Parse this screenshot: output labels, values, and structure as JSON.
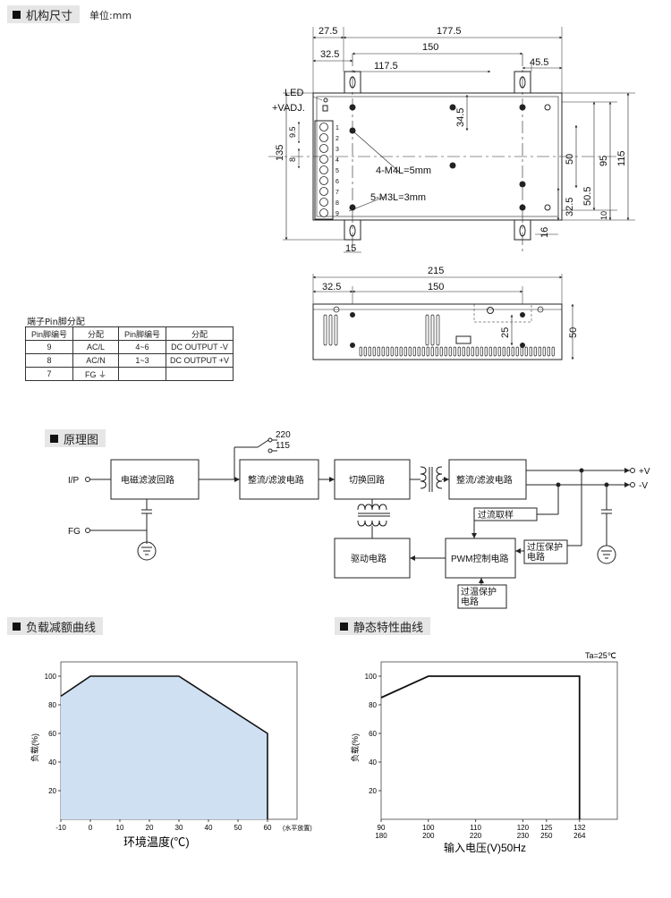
{
  "sections": {
    "mechanical": {
      "title": "机构尺寸",
      "unit": "单位:mm"
    },
    "schematic": {
      "title": "原理图"
    },
    "derating": {
      "title": "负载减额曲线"
    },
    "static": {
      "title": "静态特性曲线"
    }
  },
  "front_view": {
    "dims_top": [
      "27.5",
      "177.5",
      "32.5",
      "150",
      "117.5",
      "45.5"
    ],
    "dims_left": [
      "135",
      "9.5",
      "8"
    ],
    "dims_right": [
      "115",
      "95",
      "50",
      "50.5",
      "34.5",
      "32.5",
      "10",
      "16"
    ],
    "dims_bottom": [
      "15"
    ],
    "labels": {
      "led": "LED",
      "vadj": "+VADJ.",
      "m4": "4-M4L=5mm",
      "m3": "5-M3L=3mm"
    },
    "terminal_numbers": [
      "1",
      "2",
      "3",
      "4",
      "5",
      "6",
      "7",
      "8",
      "9"
    ]
  },
  "side_view": {
    "dims": [
      "215",
      "32.5",
      "150",
      "25",
      "50"
    ]
  },
  "pin_table": {
    "title": "端子Pin脚分配",
    "headers": [
      "Pin脚编号",
      "分配",
      "Pin脚编号",
      "分配"
    ],
    "rows": [
      [
        "9",
        "AC/L",
        "4~6",
        "DC OUTPUT -V"
      ],
      [
        "8",
        "AC/N",
        "1~3",
        "DC OUTPUT +V"
      ],
      [
        "7",
        "FG ⏚",
        "",
        ""
      ]
    ]
  },
  "block_diagram": {
    "inputs": {
      "ip": "I/P",
      "fg": "FG"
    },
    "blocks": {
      "emi": "电磁滤波回路",
      "rect1": "整流/滤波电路",
      "switch": "切换回路",
      "rect2": "整流/滤波电路",
      "drive": "驱动电路",
      "pwm": "PWM控制电路",
      "ocp": "过流取样",
      "ovp": "过压保护\n电路",
      "otp": "过温保护\n电路"
    },
    "selector": {
      "v220": "220",
      "v115": "115"
    },
    "outputs": {
      "pos": "+V",
      "neg": "-V"
    }
  },
  "chart_data": [
    {
      "type": "area",
      "title": "负载减额曲线",
      "xlabel": "环境温度(℃)",
      "ylabel": "负载(%)",
      "x_note": "(水平放置)",
      "x": [
        -10,
        0,
        30,
        60
      ],
      "y": [
        86,
        100,
        100,
        60
      ],
      "xticks": [
        "-10",
        "0",
        "10",
        "20",
        "30",
        "40",
        "50",
        "60"
      ],
      "yticks": [
        "20",
        "40",
        "60",
        "80",
        "100"
      ],
      "xlim": [
        -10,
        70
      ],
      "ylim": [
        0,
        110
      ],
      "fill_color": "#cfe0f3"
    },
    {
      "type": "line",
      "title": "静态特性曲线",
      "annotation": "Ta=25℃",
      "xlabel": "输入电压(V)50Hz",
      "ylabel": "负载(%)",
      "x": [
        90,
        100,
        132
      ],
      "y": [
        85,
        100,
        100
      ],
      "xticks_top": [
        "90",
        "100",
        "110",
        "120",
        "125",
        "132"
      ],
      "xticks_bottom": [
        "180",
        "200",
        "220",
        "230",
        "250",
        "264"
      ],
      "yticks": [
        "20",
        "40",
        "60",
        "80",
        "100"
      ],
      "xlim": [
        90,
        140
      ],
      "ylim": [
        0,
        110
      ]
    }
  ]
}
